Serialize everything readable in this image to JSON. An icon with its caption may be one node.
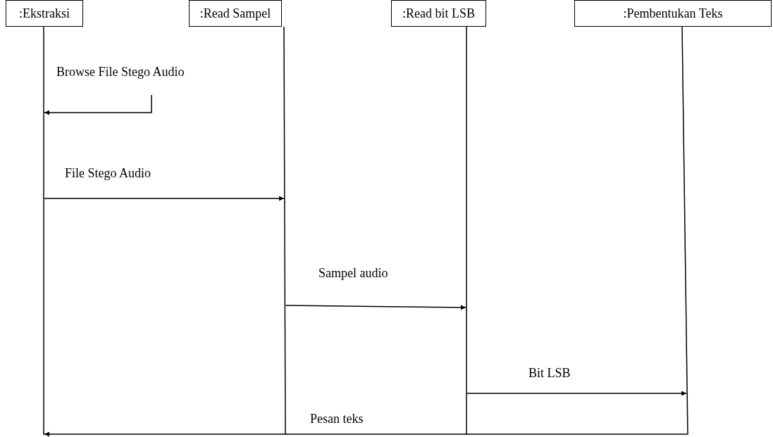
{
  "diagram": {
    "nodes": [
      {
        "text": [
          ":Ekstraksi"
        ]
      },
      {
        "text": [
          ":Read Sampel"
        ]
      },
      {
        "text": [
          ":Read bit LSB"
        ]
      },
      {
        "text": [
          ":Pembentukan Teks"
        ]
      }
    ],
    "edges": [
      {
        "from": null,
        "to": 0,
        "arrow": "to",
        "label": "Browse File Stego Audio"
      },
      {
        "from": 0,
        "to": 1,
        "arrow": "to",
        "label": "File Stego Audio"
      },
      {
        "from": 1,
        "to": 2,
        "arrow": "to",
        "label": "Sampel audio"
      },
      {
        "from": 2,
        "to": 3,
        "arrow": "to",
        "label": "Bit LSB"
      },
      {
        "from": 3,
        "to": 0,
        "arrow": "to",
        "label": "Pesan teks"
      }
    ]
  }
}
